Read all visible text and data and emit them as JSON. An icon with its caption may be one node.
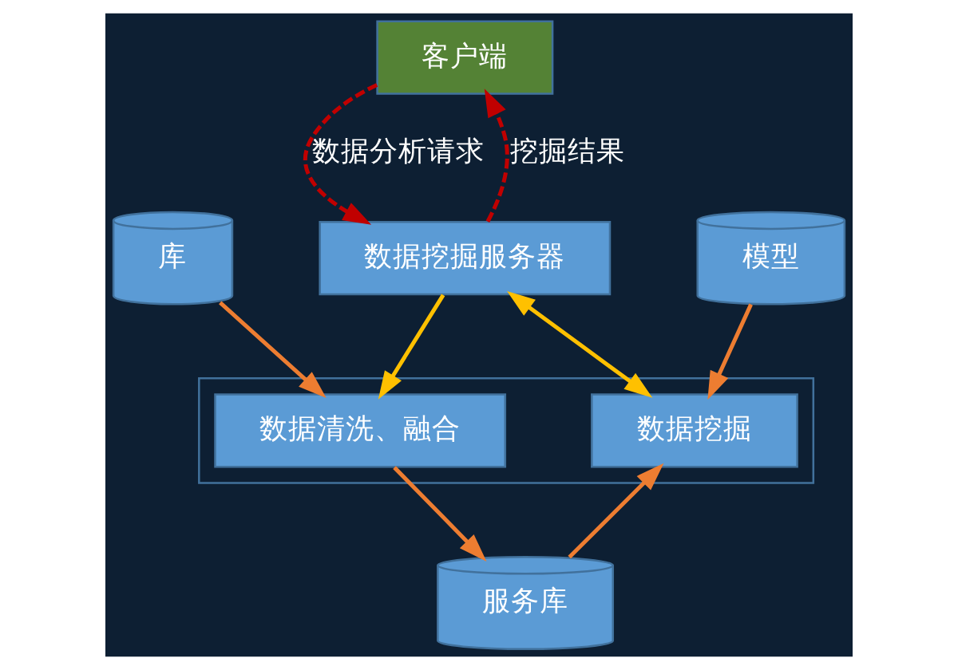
{
  "diagram": {
    "nodes": [
      {
        "text": [
          "客户端"
        ]
      },
      {
        "text": [
          "数据挖掘服务器"
        ]
      },
      {
        "text": [],
        "shape": "box"
      },
      {
        "text": [
          "库"
        ]
      },
      {
        "text": [
          "数据清洗、融合"
        ],
        "in": 2
      },
      {
        "text": [
          "数据挖掘"
        ],
        "in": 2
      },
      {
        "text": [
          "模型"
        ]
      },
      {
        "text": [
          "服务库"
        ]
      }
    ],
    "edges": [
      {
        "from": 1,
        "to": 0,
        "arrow": "to",
        "label": "挖掘结果",
        "style": "dashed",
        "color": "#c00000"
      },
      {
        "from": 0,
        "to": 1,
        "arrow": "to",
        "label": "数据分析请求",
        "style": "dashed",
        "color": "#c00000"
      },
      {
        "from": 1,
        "to": 4,
        "arrow": "to",
        "color": "#ffc000"
      },
      {
        "from": 1,
        "to": 5,
        "arrow": "both",
        "color": "#ffc000"
      },
      {
        "from": 3,
        "to": 4,
        "arrow": "to"
      },
      {
        "from": 6,
        "to": 5,
        "arrow": "to"
      },
      {
        "from": 4,
        "to": 7,
        "arrow": "to"
      },
      {
        "from": 7,
        "to": 5,
        "arrow": "to"
      }
    ]
  }
}
